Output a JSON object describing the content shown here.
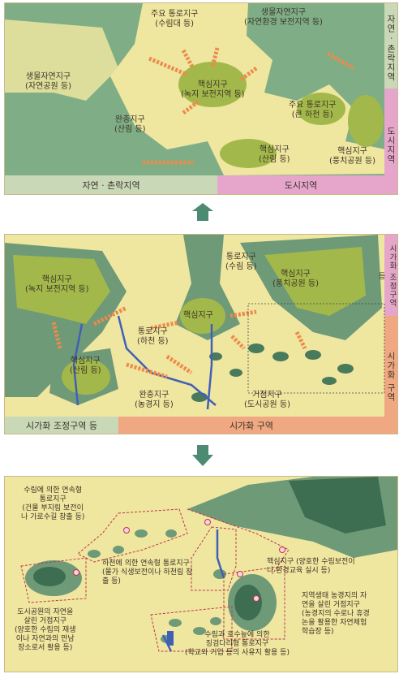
{
  "panel1": {
    "labels": {
      "main_corridor": [
        "주요 통로지구",
        "(수림대 등)"
      ],
      "eco_nature": [
        "생물자연지구",
        "(자연환경 보전지역 등)"
      ],
      "bio_nature_left": [
        "생물자연지구",
        "(자연공원 등)"
      ],
      "core_center": [
        "핵심지구",
        "(녹지 보전지역 등)"
      ],
      "buffer": [
        "완충지구",
        "(산림 등)"
      ],
      "main_corridor_river": [
        "주요 통로지구",
        "(큰 하천 등)"
      ],
      "core_forest": [
        "핵심지구",
        "(산림 등)"
      ],
      "core_scenic": [
        "핵심지구",
        "(풍치공원 등)"
      ]
    },
    "bottom_left": "자연 · 촌락지역",
    "bottom_right": "도시지역",
    "side_top": "자연 · 촌락지역",
    "side_bottom": "도시지역"
  },
  "panel2": {
    "labels": {
      "core_green": [
        "핵심지구",
        "(녹지 보전지역 등)"
      ],
      "corridor_forest": [
        "통로지구",
        "(수림 등)"
      ],
      "core_scenic": [
        "핵심지구",
        "(풍치공원 등)"
      ],
      "core_mid": [
        "핵심지구"
      ],
      "corridor_river": [
        "통로지구",
        "(하천 등)"
      ],
      "core_forest": [
        "핵심지구",
        "(산림 등)"
      ],
      "buffer_farm": [
        "완충지구",
        "(농경지 등)"
      ],
      "base_park": [
        "거점지구",
        "(도시공원 등)"
      ]
    },
    "bottom_left": "시가화 조정구역 등",
    "bottom_right": "시가화 구역",
    "side_top": "시가화 조정구역 등",
    "side_bottom": "시가화 구역"
  },
  "panel3": {
    "labels": {
      "forest_corridor": [
        "수림에 의한 연속형",
        "통로지구",
        "(건물 부지림 보전이",
        "나 가로수길 창출 등)"
      ],
      "river_corridor": [
        "하천에 의한 연속형 통로지구",
        "(물가 식생보전이나 하천림 창",
        "출 등)"
      ],
      "core_education": [
        "핵심지구 (양호한 수림보전이",
        "나 환경교육 실시 등)"
      ],
      "urban_park": [
        "도시공원의 자연을",
        "살린 거점지구",
        "(양호한 수림의 재생",
        "이나 자연과의 만남",
        "장소로서 활용 등)"
      ],
      "farmland_base": [
        "지역생태 농경지의 자",
        "연을 살린 거점지구",
        "(농경지의 수로나 휴경",
        "논을 활용한 자연체험",
        "학습장 등)"
      ],
      "stepping_corridor": [
        "수림과 호수늪에 의한",
        "징검다리형 통로지구",
        "(학교와 기업 등의 사유지 활용 등)"
      ]
    }
  },
  "colors": {
    "background_yellow": "#efe6a0",
    "forest_dark": "#6f9a78",
    "forest_fill": "#8ab48c",
    "core_green": "#a3b84a",
    "band_nature": "#c9d8b7",
    "band_urban": "#e6a6cc",
    "band_salmon": "#f0a882",
    "arrow_orange": "#ec8a4c",
    "water_blue": "#4060b8",
    "down_arrow": "#4c8a72"
  }
}
